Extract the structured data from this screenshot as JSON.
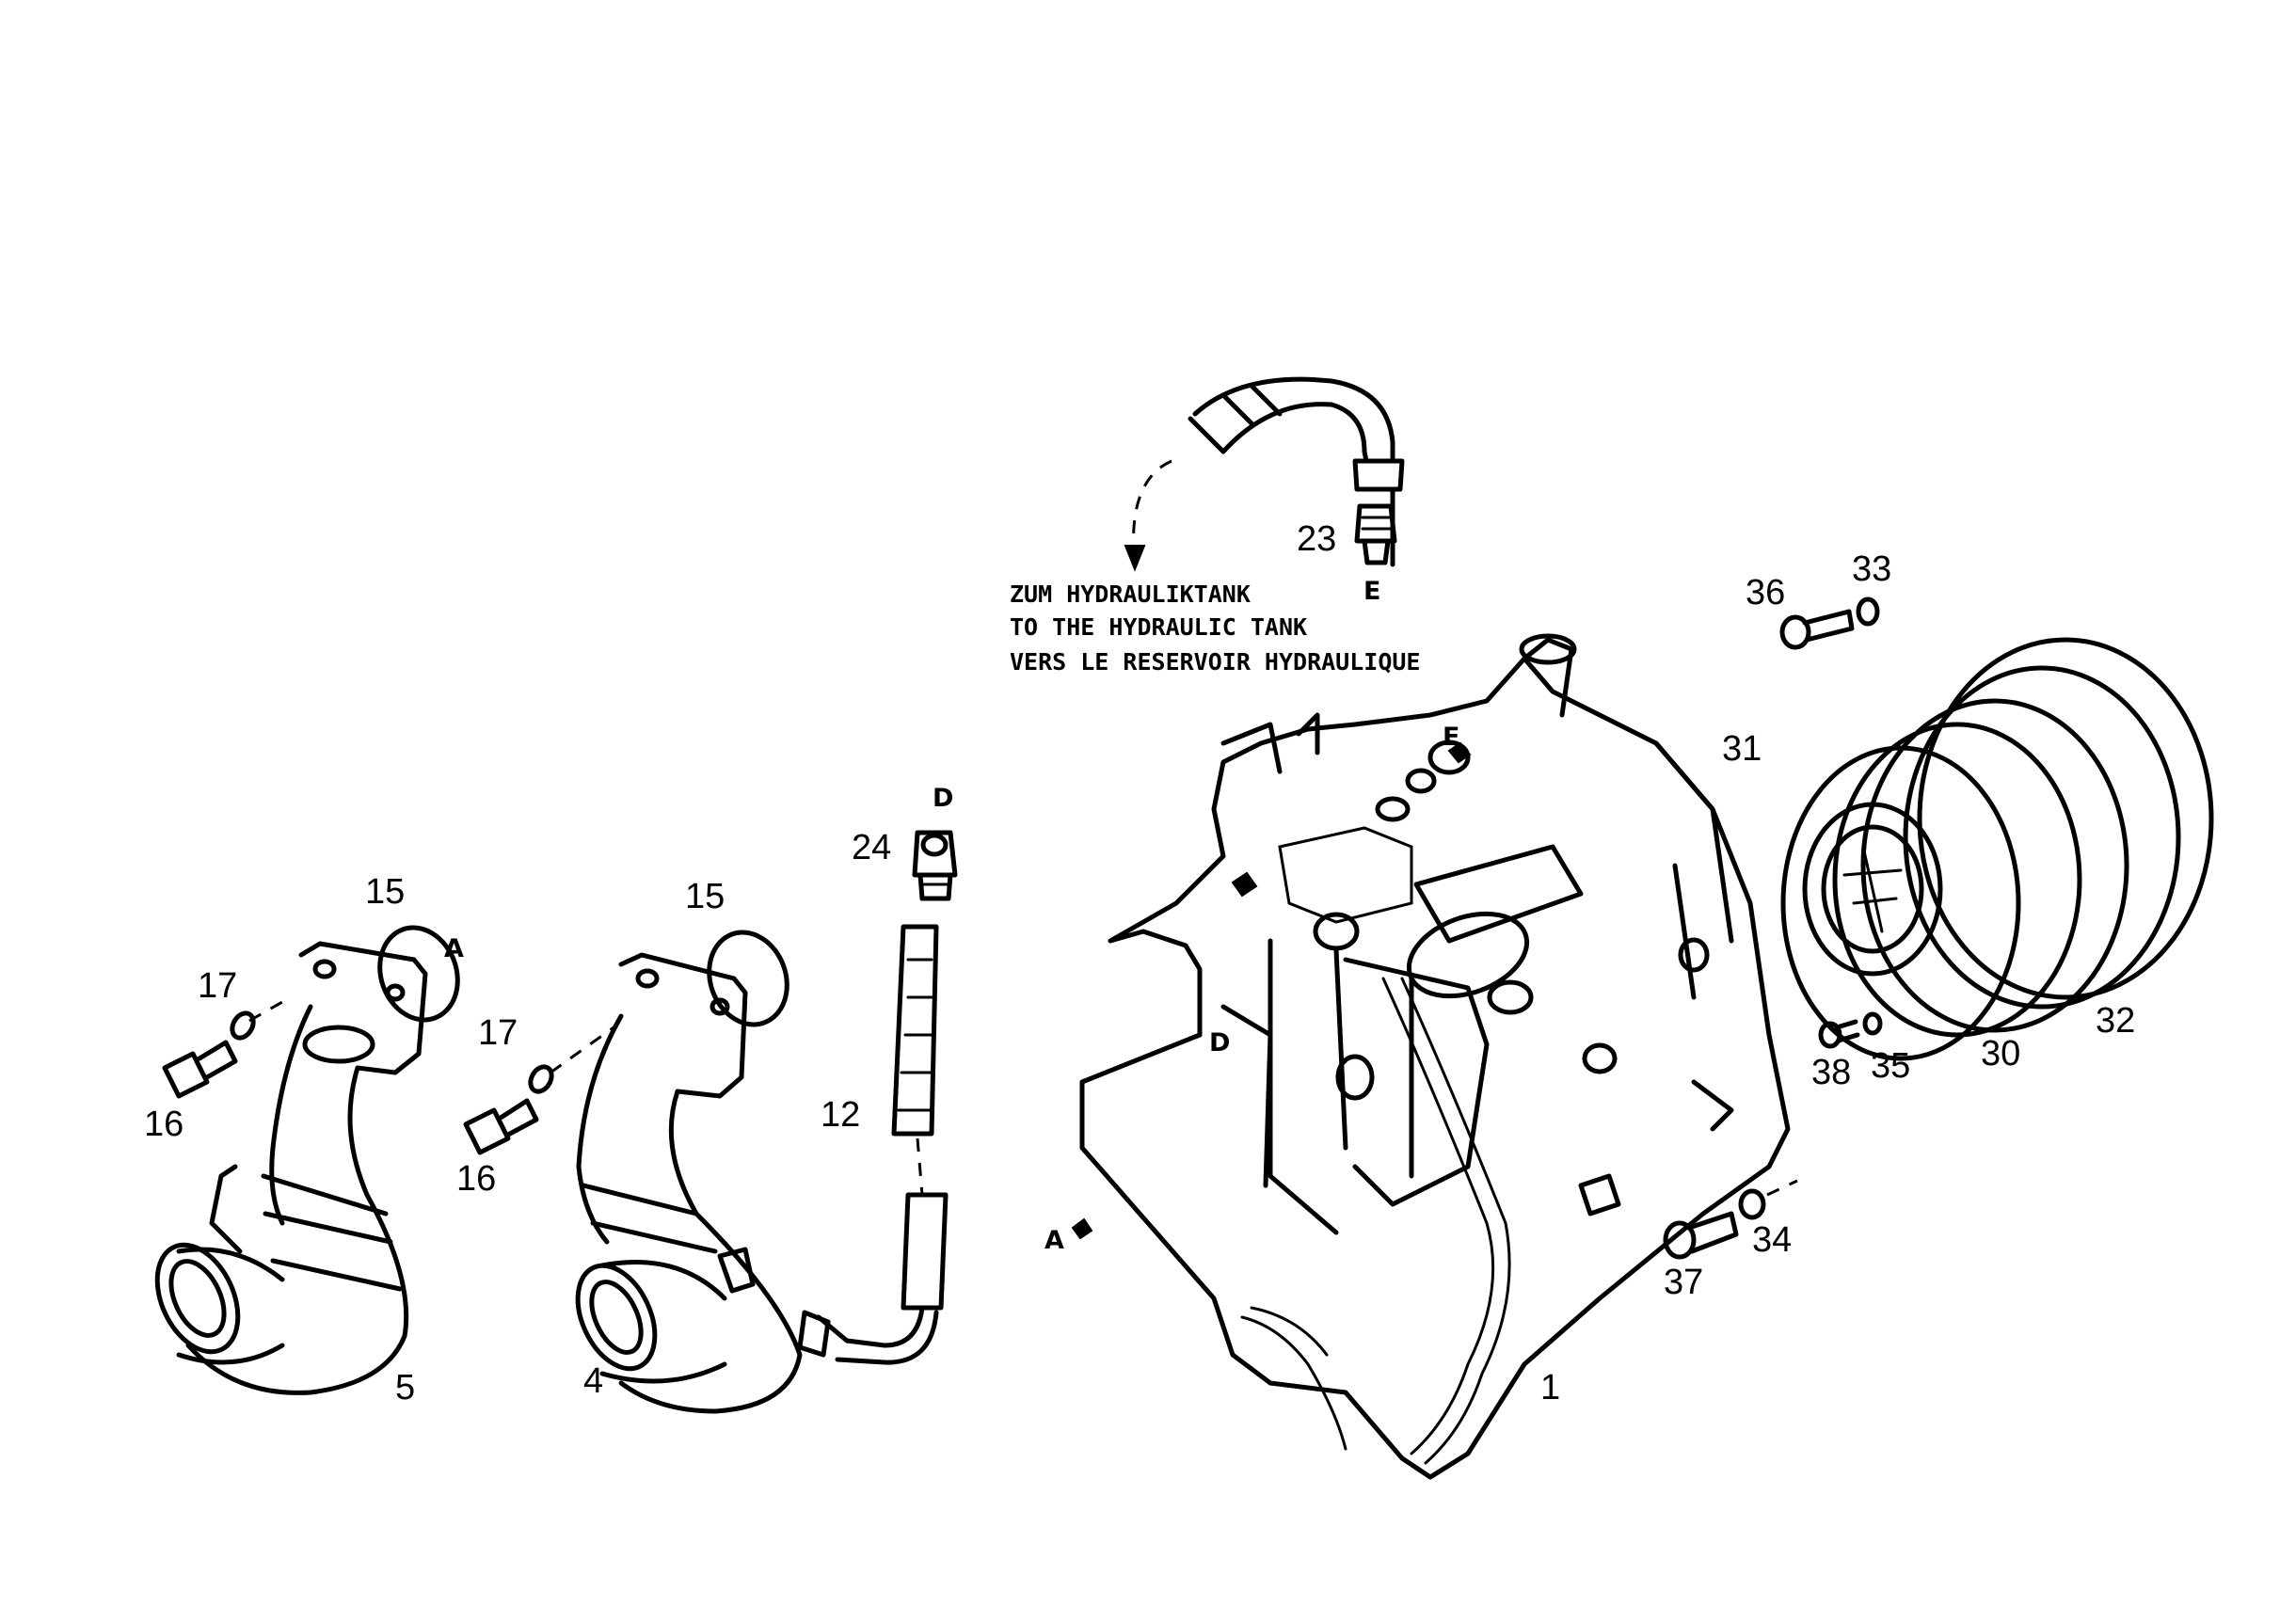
{
  "callouts": {
    "n1": "1",
    "n4": "4",
    "n5": "5",
    "n12": "12",
    "n15a": "15",
    "n15b": "15",
    "n16a": "16",
    "n16b": "16",
    "n17a": "17",
    "n17b": "17",
    "n23": "23",
    "n24": "24",
    "n30": "30",
    "n31": "31",
    "n32": "32",
    "n33": "33",
    "n34": "34",
    "n35": "35",
    "n36": "36",
    "n37": "37",
    "n38": "38"
  },
  "connection_letters": {
    "a_on_seal": "A",
    "a_on_housing": "A",
    "d_on_fitting": "D",
    "d_on_housing": "D",
    "e_on_fitting": "E",
    "e_on_housing": "E"
  },
  "tank_note": {
    "line_de": "ZUM HYDRAULIKTANK",
    "line_en": "TO THE HYDRAULIC TANK",
    "line_fr": "VERS LE RESERVOIR HYDRAULIQUE"
  }
}
